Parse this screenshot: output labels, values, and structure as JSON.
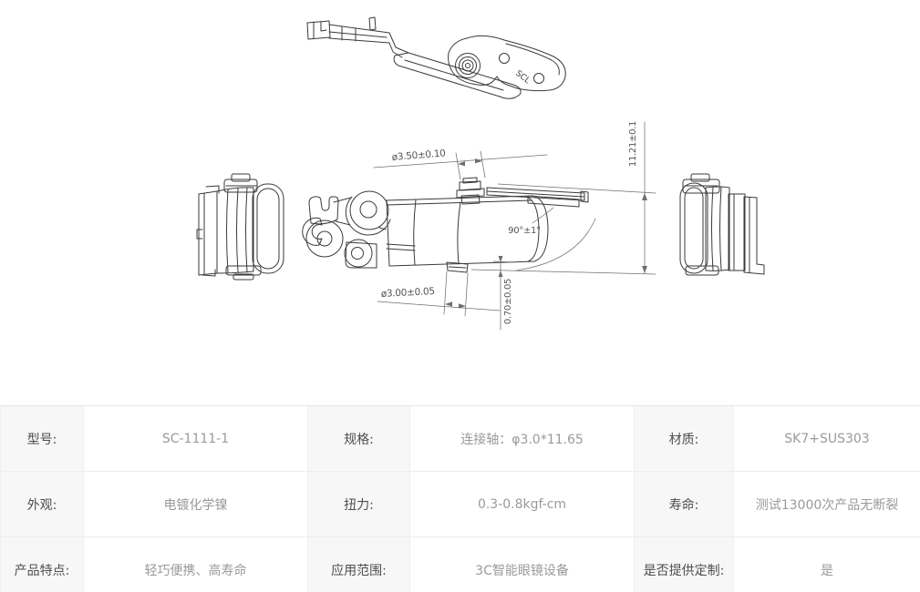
{
  "drawing": {
    "logo_text": "SCL",
    "dimensions": {
      "top_pin_diameter": "ø3.50±0.10",
      "bottom_pin_diameter": "ø3.00±0.05",
      "pin_protrusion_height": "0.70±0.05",
      "open_angle": "90°±1°",
      "overall_height": "11.21±0.1"
    }
  },
  "spec_table": {
    "rows": [
      [
        {
          "label": "型号:",
          "value": "SC-1111-1"
        },
        {
          "label": "规格:",
          "value": "连接轴：φ3.0*11.65"
        },
        {
          "label": "材质:",
          "value": "SK7+SUS303"
        }
      ],
      [
        {
          "label": "外观:",
          "value": "电镀化学镍"
        },
        {
          "label": "扭力:",
          "value": "0.3-0.8kgf-cm"
        },
        {
          "label": "寿命:",
          "value": "测试13000次产品无断裂"
        }
      ],
      [
        {
          "label": "产品特点:",
          "value": "轻巧便携、高寿命"
        },
        {
          "label": "应用范围:",
          "value": "3C智能眼镜设备"
        },
        {
          "label": "是否提供定制:",
          "value": "是"
        }
      ]
    ]
  },
  "colors": {
    "line": "#3a3a3a",
    "dimension": "#6f6f6f",
    "label_bg": "#f7f7f7",
    "label_text": "#4d4d4d",
    "value_text": "#9a9a9a",
    "border": "#ededed"
  }
}
